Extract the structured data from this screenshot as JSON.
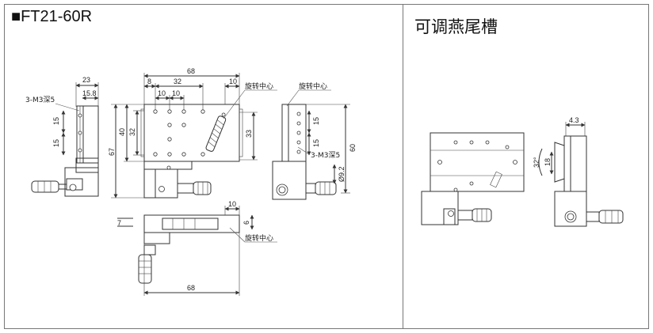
{
  "left_panel": {
    "title": "■FT21-60R",
    "dimensions": {
      "width_total": "68",
      "offset_left": "8",
      "hole_pitch_32": "32",
      "offset_right": "10",
      "pitch_a": "10",
      "pitch_b": "10",
      "side_width": "23",
      "side_inner": "15.8",
      "height_40": "40",
      "height_32": "32",
      "height_67": "67",
      "height_33": "33",
      "height_60": "60",
      "side_15a": "15",
      "side_15b": "15",
      "right_15a": "15",
      "right_15b": "15",
      "dia": "Ø9.2",
      "bottom_7": "7",
      "bottom_10": "10",
      "bottom_6": "6",
      "bottom_68": "68"
    },
    "labels": {
      "thread_left": "3-M3深5",
      "thread_right": "3-M3深5",
      "rotation_center_top": "旋转中心",
      "rotation_center_right": "旋转中心",
      "rotation_center_bottom": "旋转中心"
    }
  },
  "right_panel": {
    "title": "可调燕尾槽",
    "dimensions": {
      "dim_4_3": "4.3",
      "dim_18": "18",
      "angle": "32°"
    }
  }
}
